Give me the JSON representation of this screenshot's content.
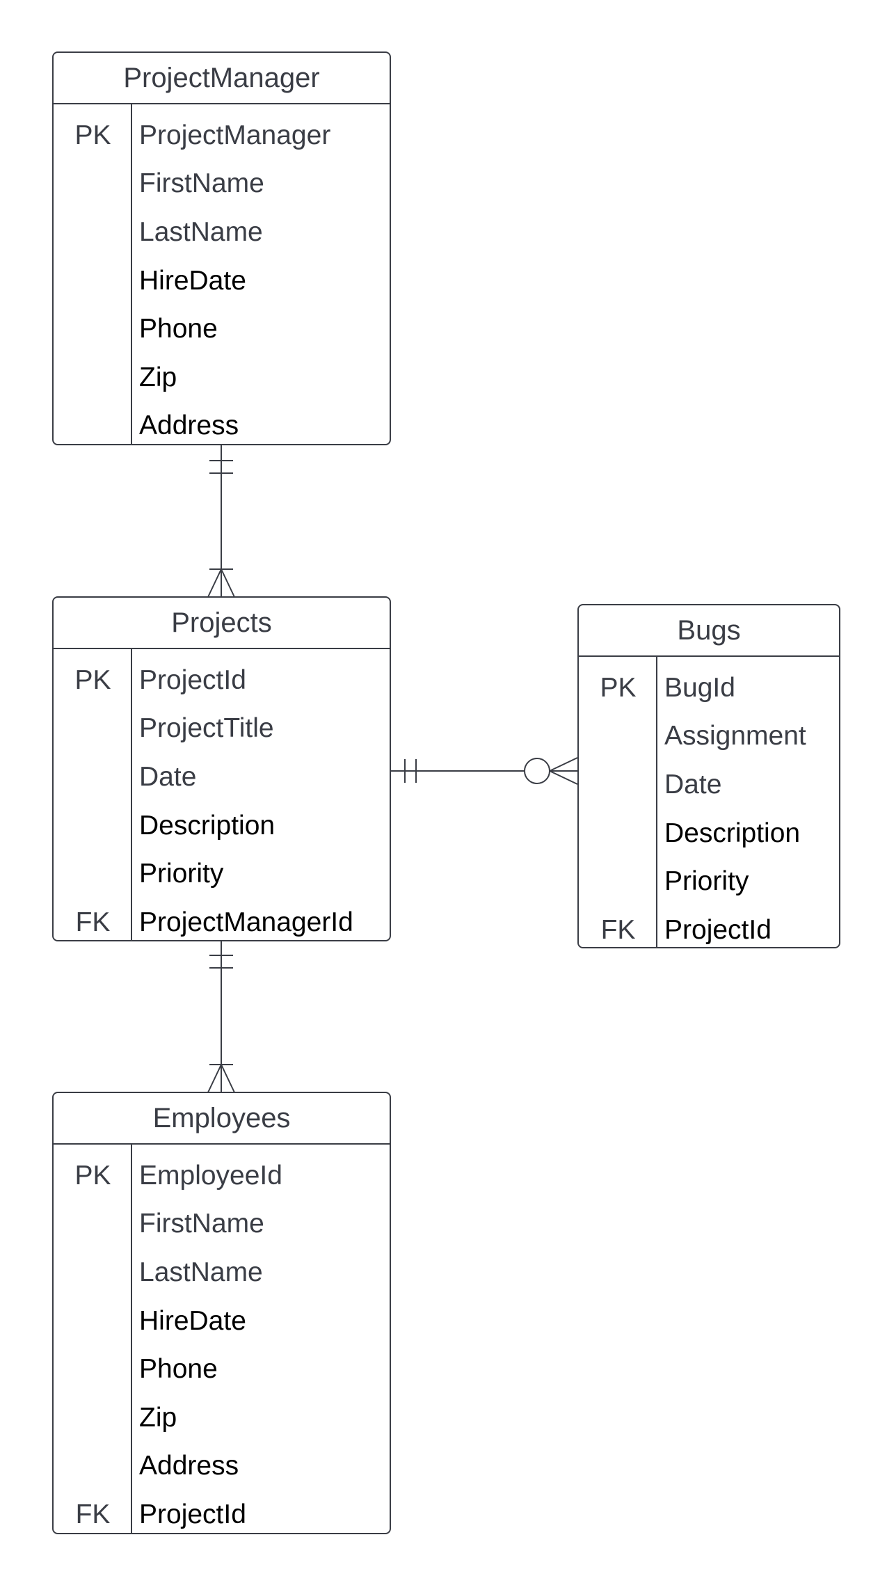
{
  "colors": {
    "line": "#3a3d45",
    "muted_text": "#3a3d45",
    "strong_text": "#000000",
    "background": "#ffffff"
  },
  "entities": [
    {
      "id": "projectmanager",
      "title": "ProjectManager",
      "rows": [
        {
          "key": "PK",
          "field": "ProjectManager",
          "tone": "muted"
        },
        {
          "key": "",
          "field": "FirstName",
          "tone": "muted"
        },
        {
          "key": "",
          "field": "LastName",
          "tone": "muted"
        },
        {
          "key": "",
          "field": "HireDate",
          "tone": "strong"
        },
        {
          "key": "",
          "field": "Phone",
          "tone": "strong"
        },
        {
          "key": "",
          "field": "Zip",
          "tone": "strong"
        },
        {
          "key": "",
          "field": "Address",
          "tone": "strong"
        }
      ]
    },
    {
      "id": "projects",
      "title": "Projects",
      "rows": [
        {
          "key": "PK",
          "field": "ProjectId",
          "tone": "muted"
        },
        {
          "key": "",
          "field": "ProjectTitle",
          "tone": "muted"
        },
        {
          "key": "",
          "field": "Date",
          "tone": "muted"
        },
        {
          "key": "",
          "field": "Description",
          "tone": "strong"
        },
        {
          "key": "",
          "field": "Priority",
          "tone": "strong"
        },
        {
          "key": "FK",
          "field": "ProjectManagerId",
          "tone": "strong"
        }
      ]
    },
    {
      "id": "bugs",
      "title": "Bugs",
      "rows": [
        {
          "key": "PK",
          "field": "BugId",
          "tone": "muted"
        },
        {
          "key": "",
          "field": "Assignment",
          "tone": "muted"
        },
        {
          "key": "",
          "field": "Date",
          "tone": "muted"
        },
        {
          "key": "",
          "field": "Description",
          "tone": "strong"
        },
        {
          "key": "",
          "field": "Priority",
          "tone": "strong"
        },
        {
          "key": "FK",
          "field": "ProjectId",
          "tone": "strong"
        }
      ]
    },
    {
      "id": "employees",
      "title": "Employees",
      "rows": [
        {
          "key": "PK",
          "field": "EmployeeId",
          "tone": "muted"
        },
        {
          "key": "",
          "field": "FirstName",
          "tone": "muted"
        },
        {
          "key": "",
          "field": "LastName",
          "tone": "muted"
        },
        {
          "key": "",
          "field": "HireDate",
          "tone": "strong"
        },
        {
          "key": "",
          "field": "Phone",
          "tone": "strong"
        },
        {
          "key": "",
          "field": "Zip",
          "tone": "strong"
        },
        {
          "key": "",
          "field": "Address",
          "tone": "strong"
        },
        {
          "key": "FK",
          "field": "ProjectId",
          "tone": "strong"
        }
      ]
    }
  ],
  "relationships": [
    {
      "from": "projectmanager",
      "from_cardinality": "one-and-only-one",
      "to": "projects",
      "to_cardinality": "one-or-many"
    },
    {
      "from": "projects",
      "from_cardinality": "one-and-only-one",
      "to": "bugs",
      "to_cardinality": "zero-or-many"
    },
    {
      "from": "projects",
      "from_cardinality": "one-and-only-one",
      "to": "employees",
      "to_cardinality": "one-or-many"
    }
  ]
}
